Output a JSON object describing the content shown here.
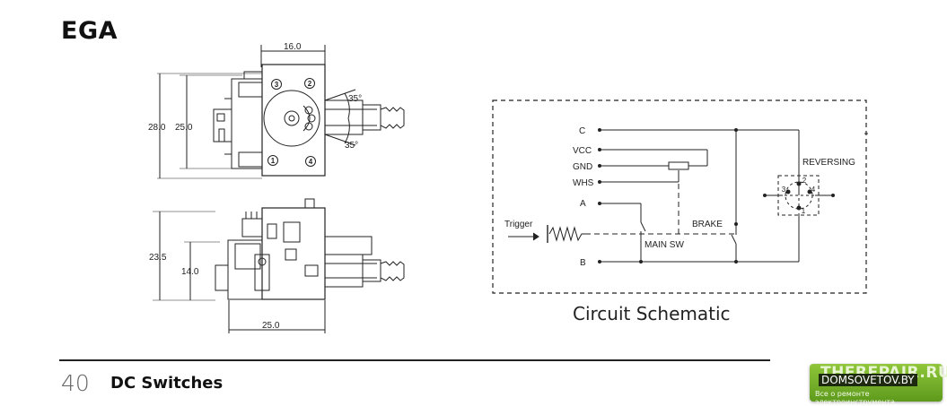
{
  "page_title": "EGA",
  "dimensions": {
    "top_width": "16.0",
    "height_outer": "28.0",
    "height_inner": "25.0",
    "angle_top": "35°",
    "angle_bottom": "35°",
    "side_height": "23.5",
    "side_inner_height": "14.0",
    "side_width": "25.0"
  },
  "terminal_marks": [
    "3",
    "2",
    "1",
    "4"
  ],
  "schematic": {
    "terminals": [
      "C",
      "VCC",
      "GND",
      "WHS",
      "A",
      "B"
    ],
    "labels": {
      "trigger": "Trigger",
      "main_sw": "MAIN SW",
      "brake": "BRAKE",
      "reversing": "REVERSING"
    },
    "reversing_pins": [
      "3",
      "2",
      "4",
      "1"
    ],
    "caption": "Circuit Schematic"
  },
  "footer": {
    "page_number": "40",
    "section": "DC Switches"
  },
  "watermark": {
    "main": "THEREPAIR.RU",
    "sub": "DOMSOVETOV.BY",
    "tagline": "Все о ремонте электроинструмента"
  }
}
